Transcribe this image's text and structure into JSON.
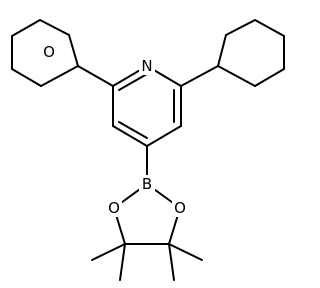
{
  "diagram": {
    "atoms": {
      "N": "N",
      "O_ring": "O",
      "B": "B",
      "O_left": "O",
      "O_right": "O"
    }
  }
}
